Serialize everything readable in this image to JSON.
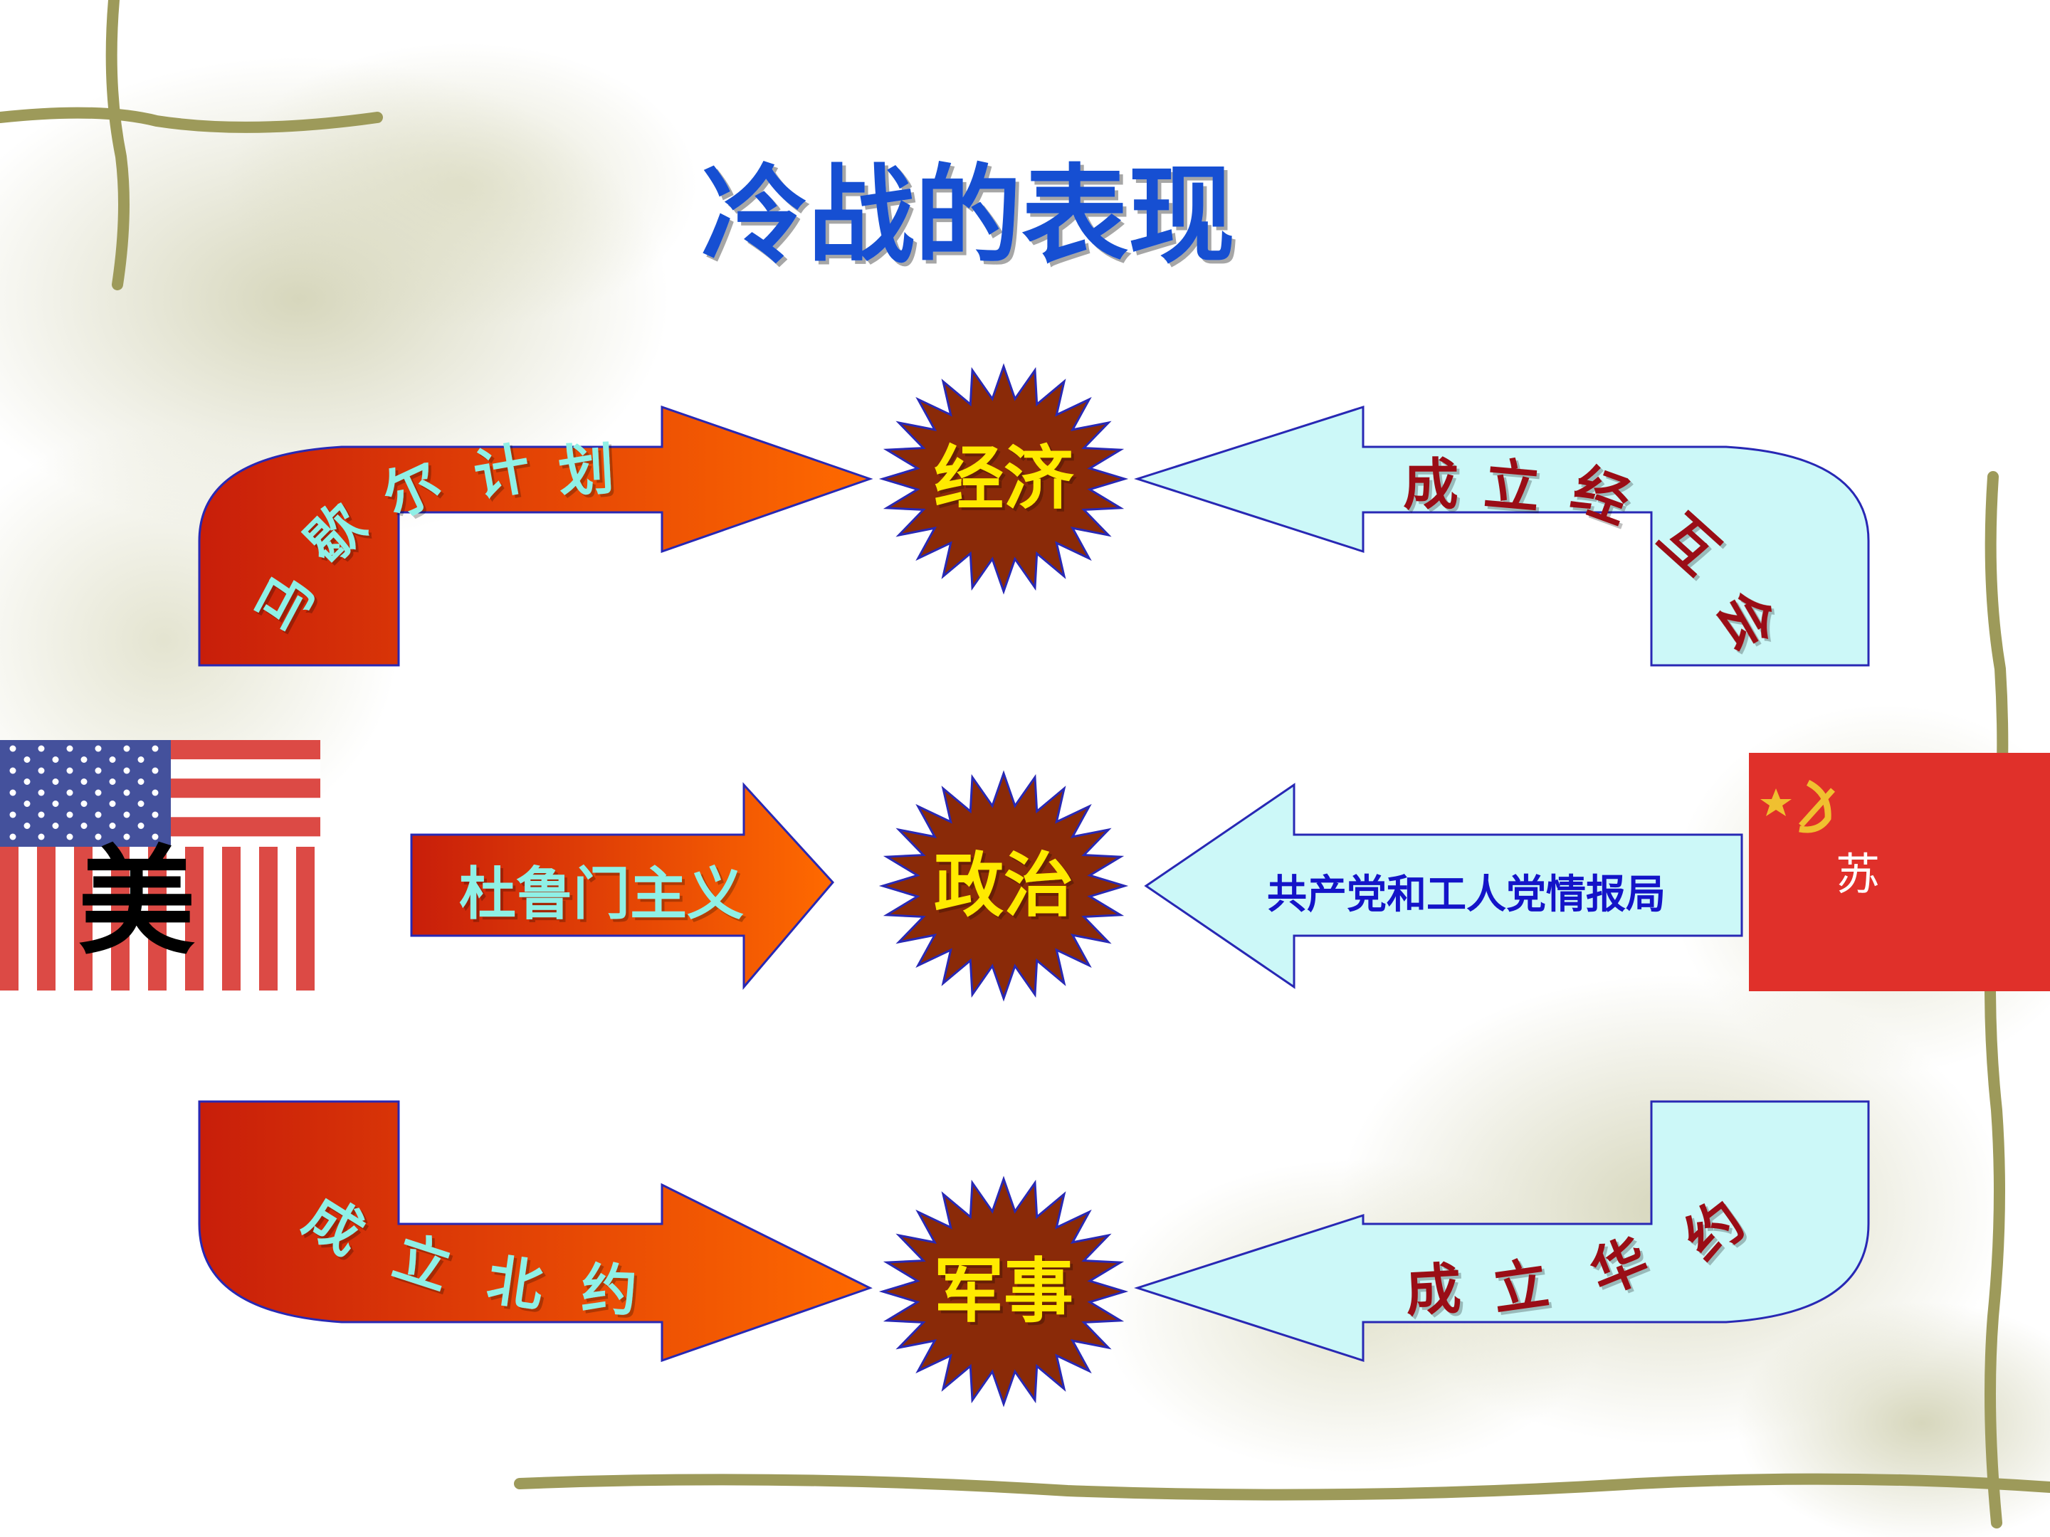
{
  "slide": {
    "title": "冷战的表现"
  },
  "usa": {
    "label": "美",
    "policies": [
      {
        "aspect": "economic",
        "text": "马歇尔计划",
        "glyphs": [
          "马",
          "歇",
          "尔",
          "计",
          "划"
        ]
      },
      {
        "aspect": "political",
        "text": "杜鲁门主义"
      },
      {
        "aspect": "military",
        "text": "成立北约",
        "glyphs": [
          "成",
          "立",
          "北",
          "约"
        ]
      }
    ]
  },
  "ussr": {
    "label": "苏",
    "policies": [
      {
        "aspect": "economic",
        "text": "成立经互会",
        "glyphs": [
          "成",
          "立",
          "经",
          "互",
          "会"
        ]
      },
      {
        "aspect": "political",
        "text": "共产党和工人党情报局"
      },
      {
        "aspect": "military",
        "text": "成立华约",
        "glyphs": [
          "成",
          "立",
          "华",
          "约"
        ]
      }
    ]
  },
  "aspects": {
    "economic": "经济",
    "political": "政治",
    "military": "军事"
  },
  "colors": {
    "title_blue": "#1450d2",
    "usa_arrow_start": "#c81e0a",
    "usa_arrow_end": "#ff6a00",
    "usa_text": "#8ff0e6",
    "ussr_arrow_fill": "#ccf8f8",
    "ussr_text": "#9a0f12",
    "star_fill": "#8a2a08",
    "star_text": "#ffea00",
    "outline": "#1414c8",
    "soviet_red": "#e0302a"
  },
  "icons": {
    "usa_flag": "us-flag-icon",
    "ussr_flag": "soviet-flag-icon",
    "star_burst": "starburst-icon"
  }
}
